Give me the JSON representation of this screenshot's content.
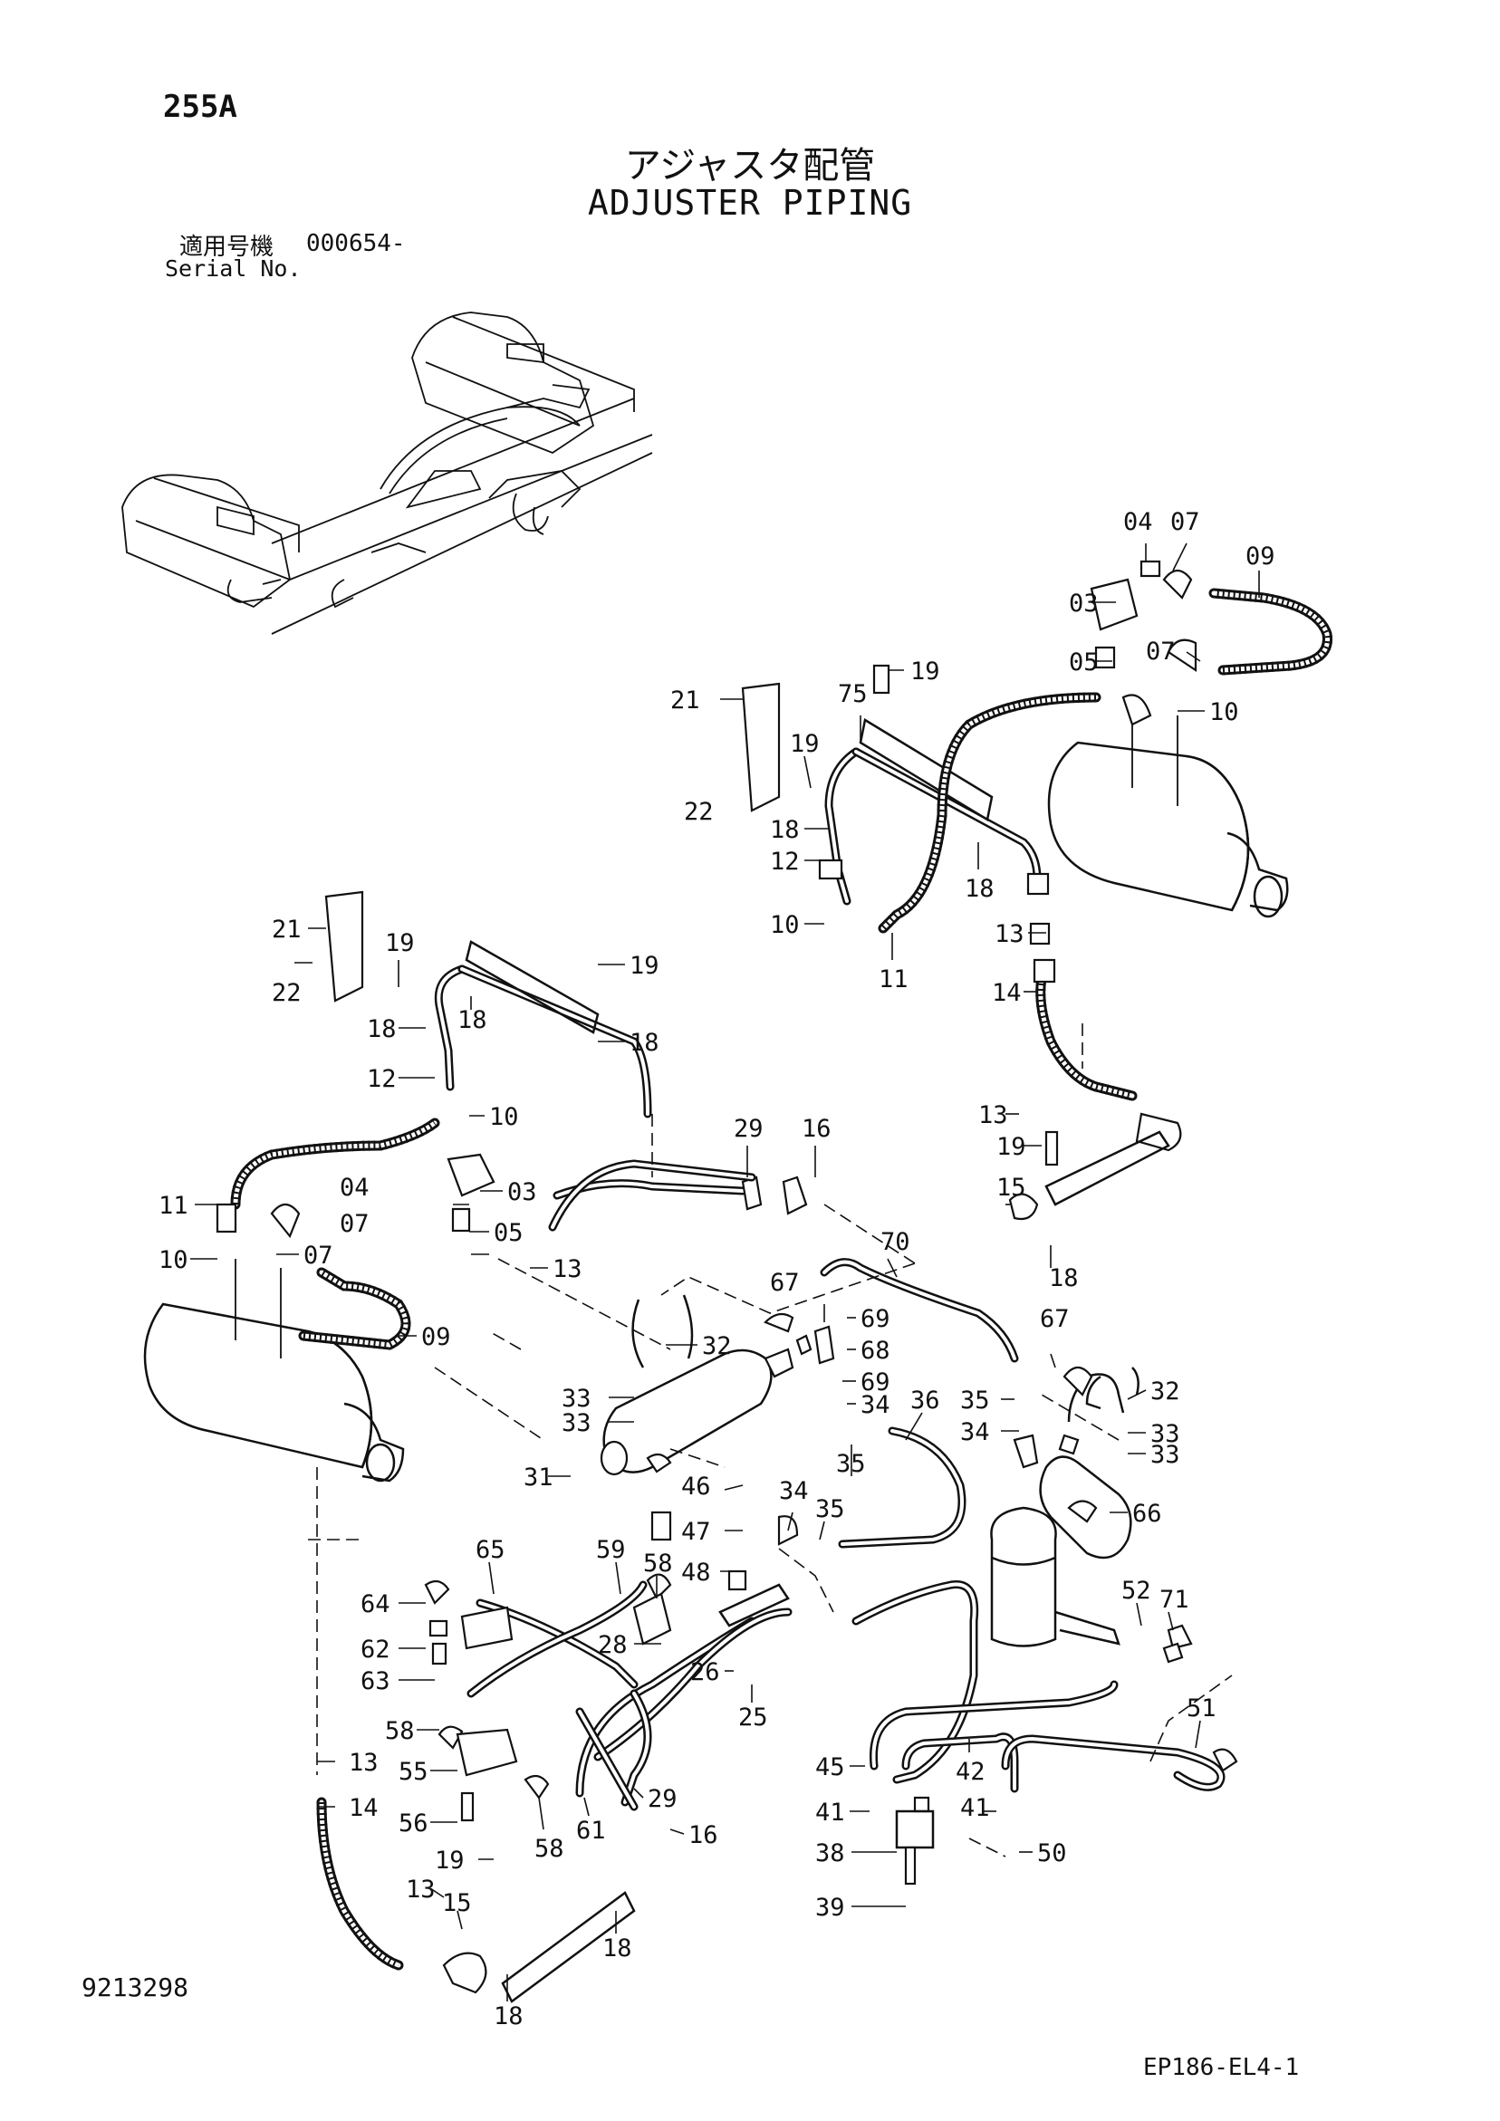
{
  "page_number": "255A",
  "title_jp": "アジャスタ配管",
  "title_en": "ADJUSTER PIPING",
  "serial": {
    "label_jp": "適用号機",
    "value": "000654-",
    "label_en": "Serial No."
  },
  "document_number": "9213298",
  "figure_code": "EP186-EL4-1",
  "callouts": {
    "c04a": "04",
    "c07a": "07",
    "c09a": "09",
    "c03a": "03",
    "c05a": "05",
    "c07b": "07",
    "c10a": "10",
    "c19a": "19",
    "c21a": "21",
    "c75": "75",
    "c19b": "19",
    "c22a": "22",
    "c18a": "18",
    "c12a": "12",
    "c18b": "18",
    "c10b": "10",
    "c11a": "11",
    "c13a": "13",
    "c14a": "14",
    "c21b": "21",
    "c19c": "19",
    "c19d": "19",
    "c22b": "22",
    "c18c": "18",
    "c18d": "18",
    "c18e": "18",
    "c12b": "12",
    "c10c": "10",
    "c11b": "11",
    "c04b": "04",
    "c03b": "03",
    "c07c": "07",
    "c05b": "05",
    "c10d": "10",
    "c07d": "07",
    "c13b": "13",
    "c09b": "09",
    "c29a": "29",
    "c16a": "16",
    "c19e": "19",
    "c13c": "13",
    "c15a": "15",
    "c18f": "18",
    "c70": "70",
    "c67a": "67",
    "c69a": "69",
    "c68": "68",
    "c69b": "69",
    "c34a": "34",
    "c32a": "32",
    "c33a": "33",
    "c33b": "33",
    "c36": "36",
    "c67b": "67",
    "c35a": "35",
    "c32b": "32",
    "c34b": "34",
    "c33c": "33",
    "c33d": "33",
    "c35b": "35",
    "c31": "31",
    "c46": "46",
    "c47": "47",
    "c34c": "34",
    "c35c": "35",
    "c48": "48",
    "c66": "66",
    "c65": "65",
    "c59": "59",
    "c58a": "58",
    "c64": "64",
    "c62": "62",
    "c28": "28",
    "c26": "26",
    "c63": "63",
    "c25": "25",
    "c52": "52",
    "c71": "71",
    "c58b": "58",
    "c55": "55",
    "c13d": "13",
    "c14b": "14",
    "c56": "56",
    "c58c": "58",
    "c61": "61",
    "c29b": "29",
    "c16b": "16",
    "c51": "51",
    "c45": "45",
    "c42": "42",
    "c41a": "41",
    "c41b": "41",
    "c50": "50",
    "c38": "38",
    "c39": "39",
    "c19f": "19",
    "c13e": "13",
    "c15b": "15",
    "c18g": "18",
    "c18h": "18"
  }
}
